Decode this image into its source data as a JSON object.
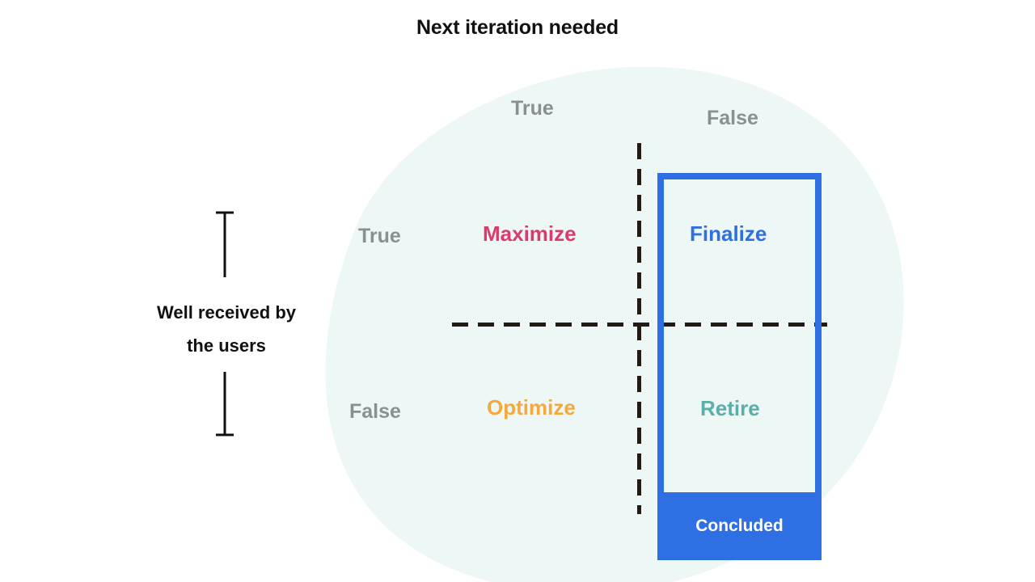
{
  "title": "Next iteration needed",
  "axes": {
    "x": {
      "caption": "Next iteration needed",
      "labels": [
        "True",
        "False"
      ]
    },
    "y": {
      "caption_line1": "Well received by",
      "caption_line2": "the users",
      "labels": [
        "True",
        "False"
      ]
    }
  },
  "quadrants": [
    {
      "label": "Maximize",
      "x": "True",
      "y": "True",
      "color": "#db3b6c"
    },
    {
      "label": "Finalize",
      "x": "False",
      "y": "True",
      "color": "#2f6fe4"
    },
    {
      "label": "Optimize",
      "x": "True",
      "y": "False",
      "color": "#f5a93c"
    },
    {
      "label": "Retire",
      "x": "False",
      "y": "False",
      "color": "#5bafa8"
    }
  ],
  "highlight": {
    "footer_label": "Concluded",
    "covers_column": "False",
    "border_color": "#2f6fe4",
    "fill_color": "#2f6fe4",
    "footer_text_color": "#ffffff"
  },
  "colors": {
    "background": "#ffffff",
    "blob": "#edf7f6",
    "title_text": "#111111",
    "axis_label_text": "#8a8f8f",
    "axis_caption_text": "#111111",
    "divider_line": "#231a14",
    "bracket_line": "#111111"
  },
  "chart_data": {
    "type": "table",
    "title": "Next iteration needed",
    "xlabel": "Next iteration needed",
    "ylabel": "Well received by the users",
    "x_categories": [
      "True",
      "False"
    ],
    "y_categories": [
      "True",
      "False"
    ],
    "cells": [
      {
        "x": "True",
        "y": "True",
        "value": "Maximize"
      },
      {
        "x": "False",
        "y": "True",
        "value": "Finalize"
      },
      {
        "x": "True",
        "y": "False",
        "value": "Optimize"
      },
      {
        "x": "False",
        "y": "False",
        "value": "Retire"
      }
    ],
    "annotations": [
      {
        "label": "Concluded",
        "spans": "Next iteration needed = False column (Finalize + Retire)"
      }
    ],
    "grid": true,
    "legend": "none"
  }
}
